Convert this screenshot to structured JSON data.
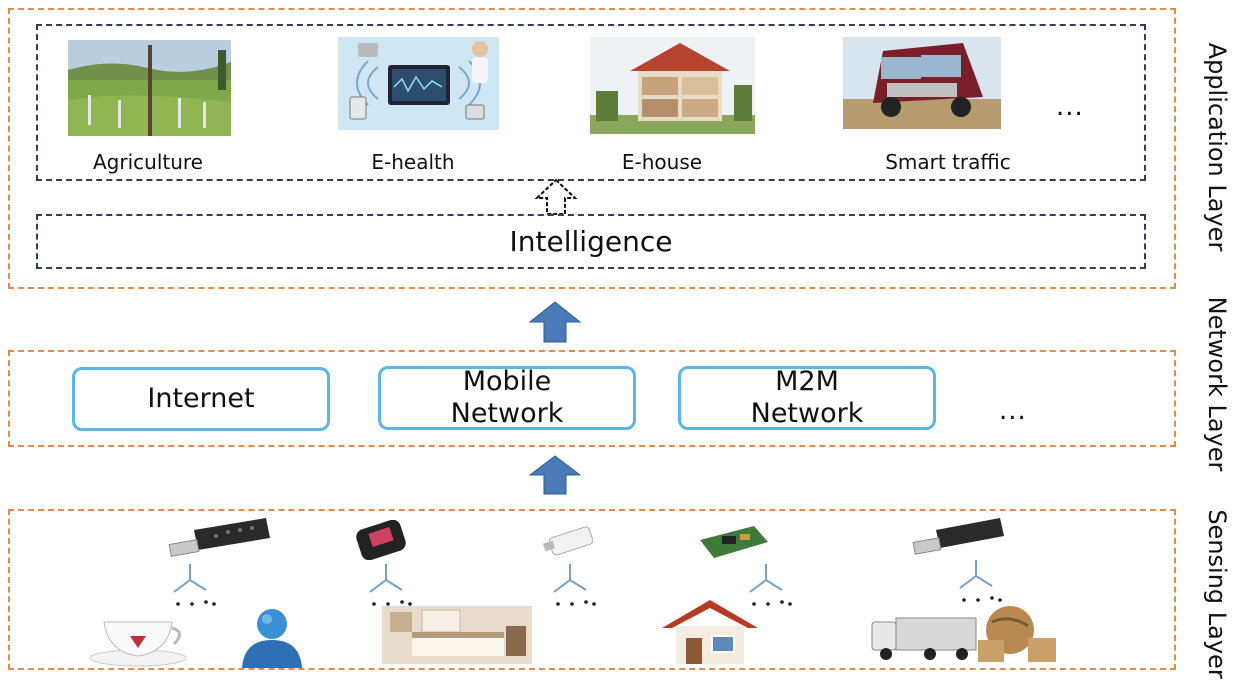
{
  "layers": {
    "application": "Application Layer",
    "network": "Network Layer",
    "sensing": "Sensing Layer"
  },
  "applications": [
    {
      "label": "Agriculture",
      "icon": "agriculture-photo"
    },
    {
      "label": "E-health",
      "icon": "e-health-photo"
    },
    {
      "label": "E-house",
      "icon": "e-house-photo"
    },
    {
      "label": "Smart traffic",
      "icon": "truck-photo"
    }
  ],
  "application_more": "...",
  "intelligence": "Intelligence",
  "networks": [
    {
      "line1": "Internet",
      "line2": ""
    },
    {
      "line1": "Mobile",
      "line2": "Network"
    },
    {
      "line1": "M2M",
      "line2": "Network"
    }
  ],
  "network_more": "...",
  "colors": {
    "layer_border": "#e58a4a",
    "inner_border": "#2f3e58",
    "network_box": "#5bb5e6",
    "arrow": "#4a7ab8"
  }
}
